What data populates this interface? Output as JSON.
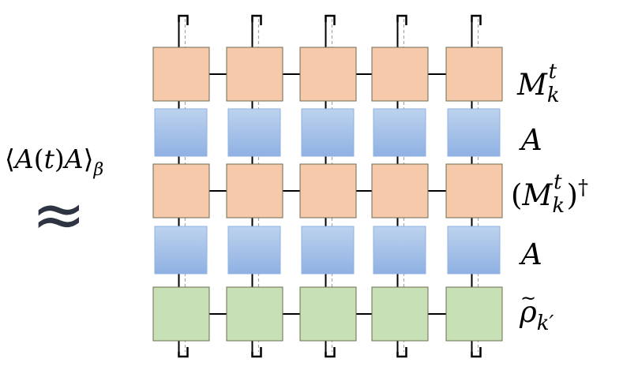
{
  "left_expression": {
    "lhs_operator": "A",
    "lhs_argument": "t",
    "rhs_operator": "A",
    "subscript": "β",
    "approx_symbol": "≈"
  },
  "rows": [
    {
      "kind": "M",
      "label_base": "M",
      "label_sub": "k",
      "label_sup": "t",
      "fill": "#f7c9ab",
      "stroke": "#6b6b50"
    },
    {
      "kind": "A",
      "label_base": "A",
      "fill_top": "#bdd3ee",
      "fill_bottom": "#8fb1e3",
      "stroke": "#8fb1e3"
    },
    {
      "kind": "Mdag",
      "label_base": "M",
      "label_sub": "k",
      "label_sup": "t",
      "label_dagger": "†",
      "fill": "#f7c9ab",
      "stroke": "#6b6b50"
    },
    {
      "kind": "A",
      "label_base": "A",
      "fill_top": "#bdd3ee",
      "fill_bottom": "#8fb1e3",
      "stroke": "#8fb1e3"
    },
    {
      "kind": "rho",
      "label_base": "ρ",
      "label_tilde": "~",
      "label_sub": "k′",
      "fill": "#c7e0b5",
      "stroke": "#6b6b50"
    }
  ],
  "columns": 5,
  "colors": {
    "bond": "#000000",
    "dashed_leg": "#a6a6a6",
    "text": "#000000",
    "approx": "#2f3442"
  }
}
